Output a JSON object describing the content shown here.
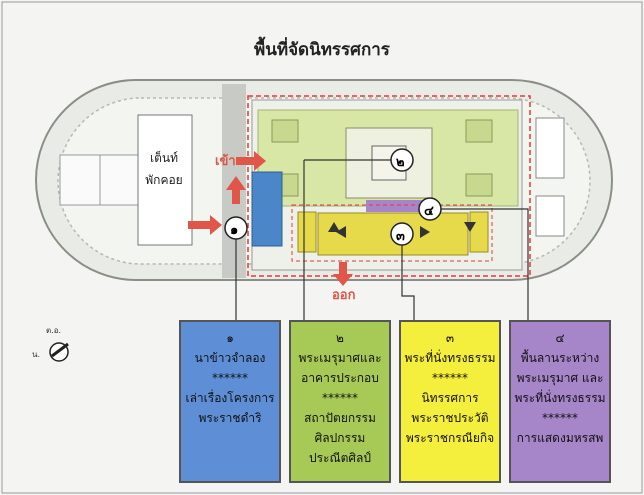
{
  "title": "พื้นที่จัดนิทรรศการ",
  "map": {
    "tent": [
      "เต็นท์",
      "พักคอย"
    ],
    "entry_label": "เข้า",
    "exit_label": "ออก",
    "markers": [
      "๑",
      "๒",
      "๓",
      "๔"
    ]
  },
  "compass": {
    "north": "น.",
    "other": "ต.อ."
  },
  "zones": [
    {
      "number": "๑",
      "lines": [
        "นาข้าวจำลอง",
        "******",
        "เล่าเรื่องโครงการ",
        "พระราชดำริ"
      ],
      "color": "#5e8fd6"
    },
    {
      "number": "๒",
      "lines": [
        "พระเมรุมาศและ",
        "อาคารประกอบ",
        "******",
        "สถาปัตยกรรม",
        "ศิลปกรรม",
        "ประณีตศิลป์"
      ],
      "color": "#a7c955"
    },
    {
      "number": "๓",
      "lines": [
        "พระที่นั่งทรงธรรม",
        "******",
        "นิทรรศการ",
        "พระราชประวัติ",
        "พระราชกรณียกิจ"
      ],
      "color": "#f4ee3c"
    },
    {
      "number": "๔",
      "lines": [
        "พื้นลานระหว่าง",
        "พระเมรุมาศ และ",
        "พระที่นั่งทรงธรรม",
        "******",
        "การแสดงมหรสพ"
      ],
      "color": "#a685c9"
    }
  ],
  "colors": {
    "arrow": "#e0574a",
    "dashed_outline": "#e53935",
    "lawn": "#d9e7a6",
    "pool": "#4a86c8",
    "building": "#e6d94a"
  }
}
